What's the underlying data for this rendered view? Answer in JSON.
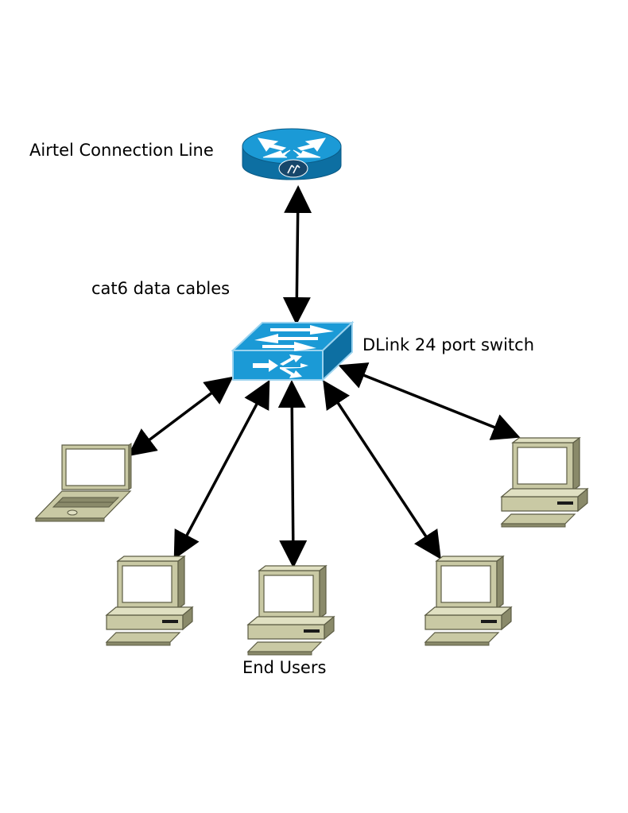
{
  "labels": {
    "internet": "Airtel Connection Line",
    "cables": "cat6 data cables",
    "switch": "DLink 24 port switch",
    "users": "End Users"
  },
  "nodes": {
    "router": {
      "icon": "router-icon"
    },
    "switch": {
      "icon": "network-switch-icon"
    },
    "laptop": {
      "icon": "laptop-icon"
    },
    "desktops": [
      {
        "icon": "desktop-computer-icon"
      },
      {
        "icon": "desktop-computer-icon"
      },
      {
        "icon": "desktop-computer-icon"
      },
      {
        "icon": "desktop-computer-icon"
      }
    ]
  },
  "colors": {
    "network_blue": "#1b9ad6",
    "network_blue_dark": "#0d6fa2",
    "computer_body": "#c9c9a4",
    "computer_shade": "#8a8a6a",
    "arrow": "#000000"
  },
  "links": [
    {
      "from": "router",
      "to": "switch",
      "bidirectional": true
    },
    {
      "from": "switch",
      "to": "laptop",
      "bidirectional": true
    },
    {
      "from": "switch",
      "to": "desktop-1",
      "bidirectional": true
    },
    {
      "from": "switch",
      "to": "desktop-2",
      "bidirectional": true
    },
    {
      "from": "switch",
      "to": "desktop-3",
      "bidirectional": true
    },
    {
      "from": "switch",
      "to": "desktop-4",
      "bidirectional": true
    }
  ]
}
